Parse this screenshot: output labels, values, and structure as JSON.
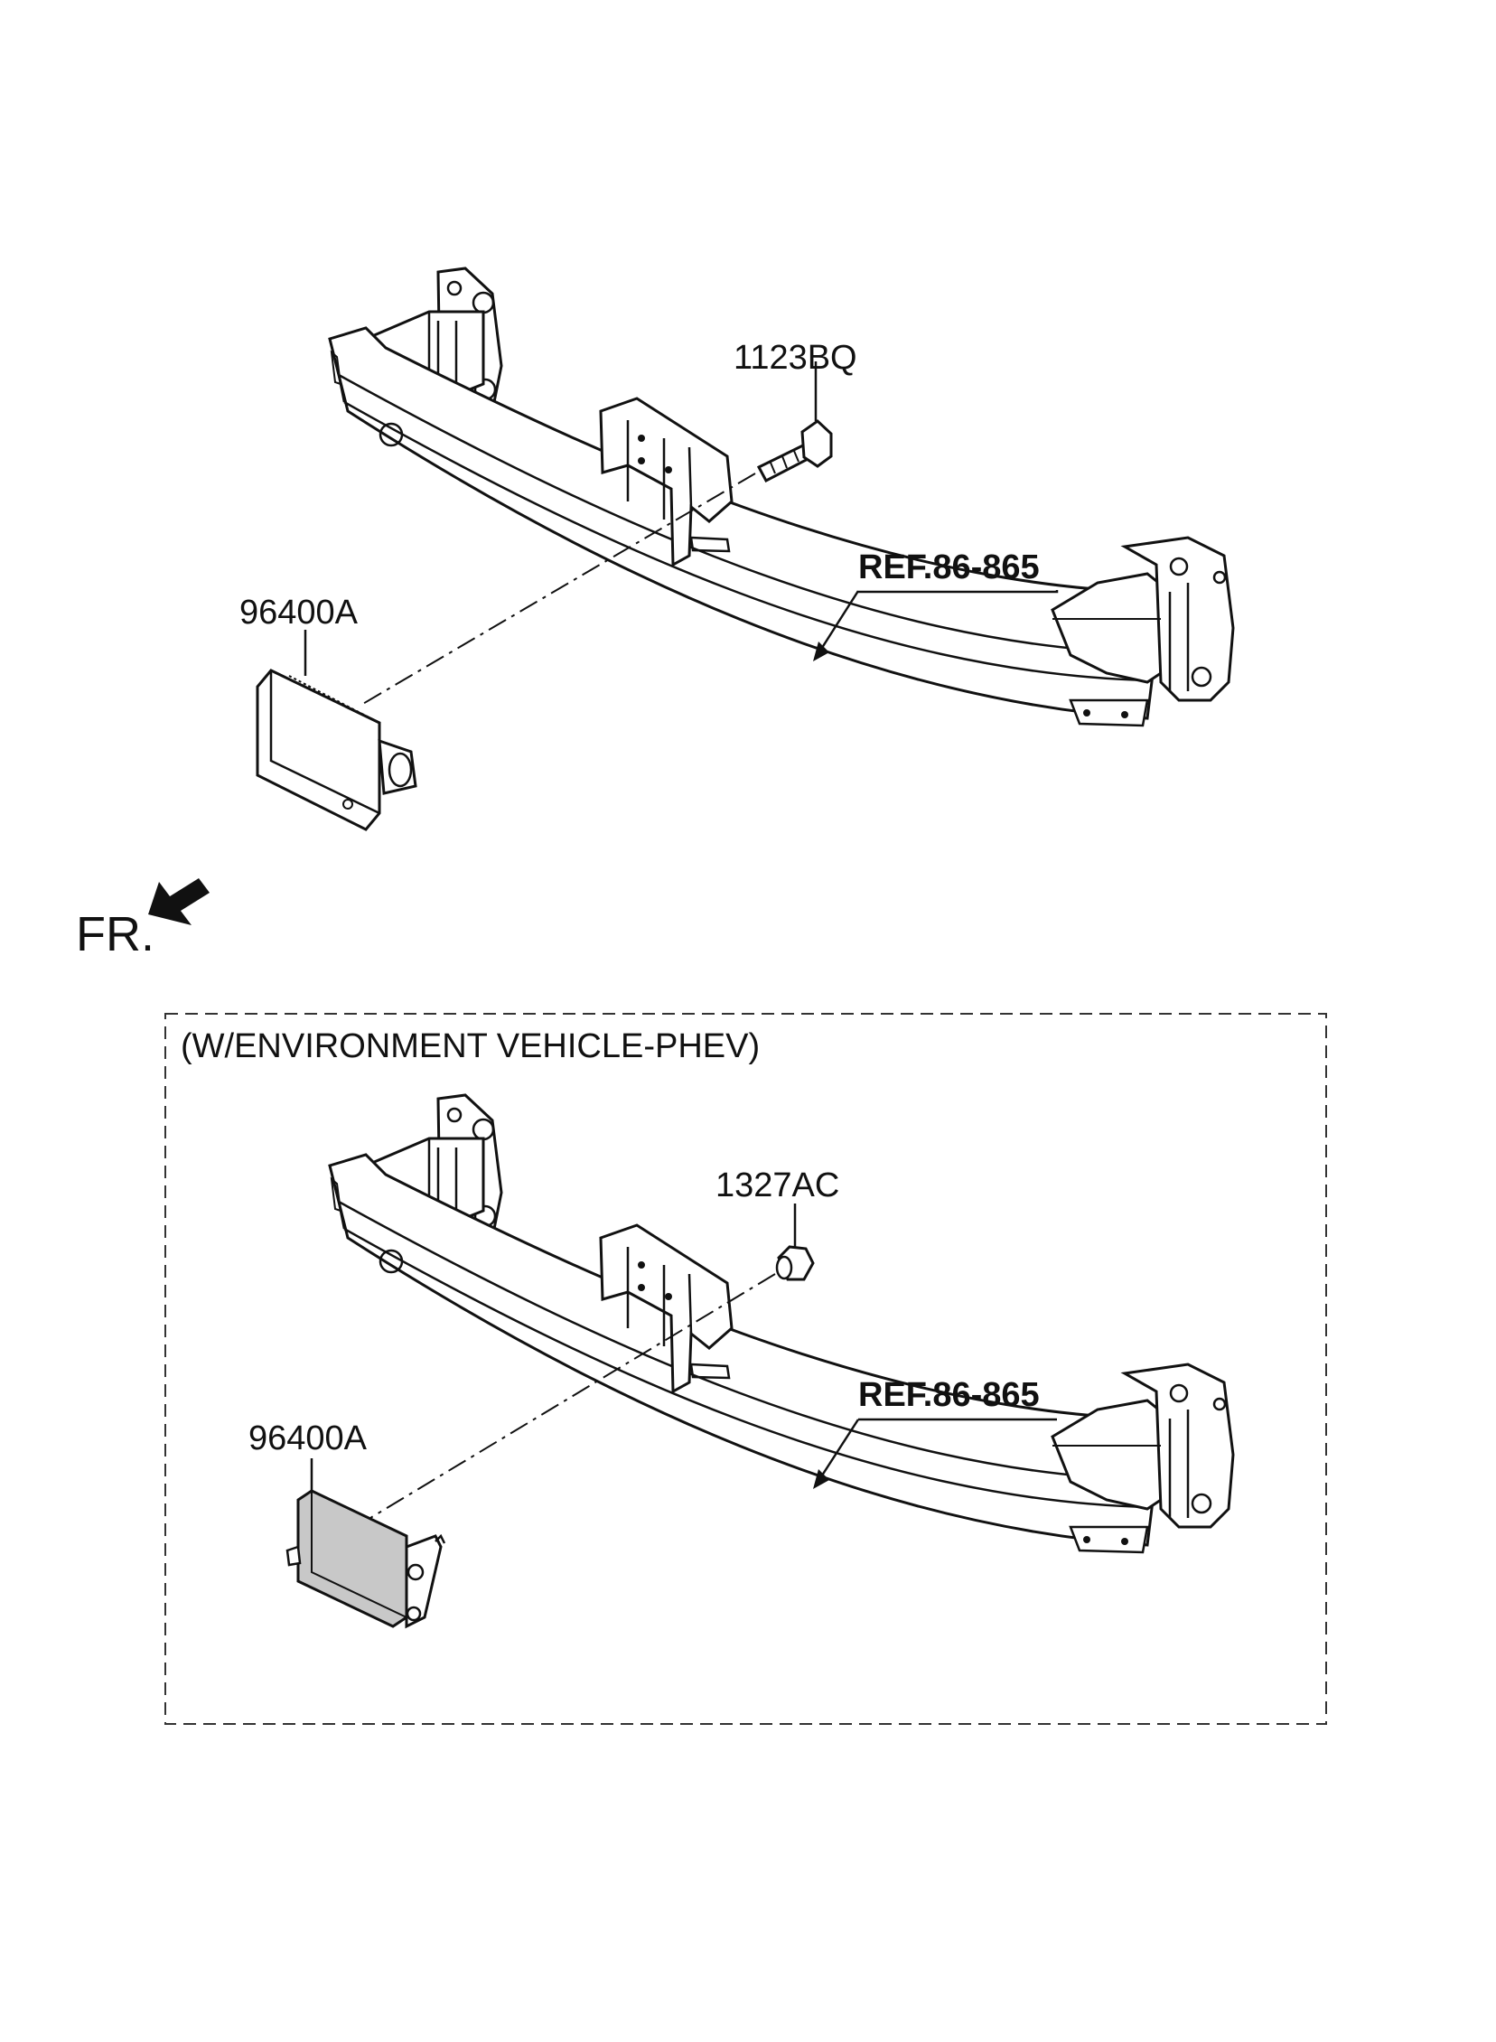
{
  "diagram": {
    "top": {
      "fastener_label": "1123BQ",
      "module_label": "96400A",
      "ref_label": "REF.86-865"
    },
    "front_indicator": "FR.",
    "bottom": {
      "caption": "(W/ENVIRONMENT VEHICLE-PHEV)",
      "fastener_label": "1327AC",
      "module_label": "96400A",
      "ref_label": "REF.86-865"
    }
  }
}
